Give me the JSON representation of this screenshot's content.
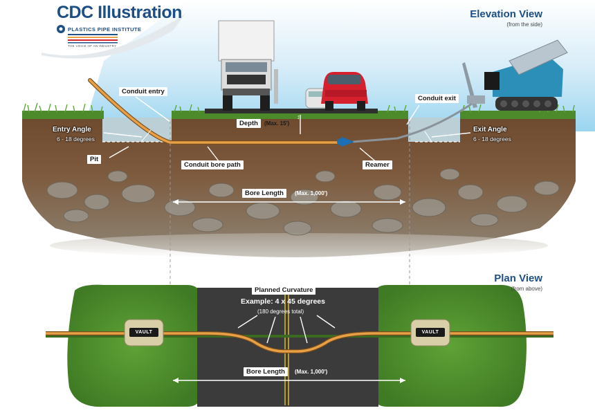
{
  "header": {
    "title": "CDC Illustration",
    "brand": "PLASTICS PIPE INSTITUTE",
    "tagline": "THE VOICE OF AN INDUSTRY"
  },
  "elevation_view": {
    "title": "Elevation View",
    "subtitle": "(from the side)",
    "labels": {
      "conduit_entry": "Conduit entry",
      "entry_angle": "Entry Angle",
      "entry_angle_range": "6 - 18 degrees",
      "pit": "Pit",
      "conduit_bore_path": "Conduit bore path",
      "depth": "Depth",
      "depth_max": "(Max. 15')",
      "reamer": "Reamer",
      "conduit_exit": "Conduit exit",
      "exit_angle": "Exit Angle",
      "exit_angle_range": "6 - 18 degrees",
      "bore_length": "Bore Length",
      "bore_length_max": "(Max. 1,000')"
    }
  },
  "plan_view": {
    "title": "Plan View",
    "subtitle": "(from above)",
    "labels": {
      "planned_curvature": "Planned Curvature",
      "example": "Example: 4 x 45 degrees",
      "example_total": "(180 degrees total)",
      "vault_left": "VAULT",
      "vault_right": "VAULT",
      "bore_length": "Bore Length",
      "bore_length_max": "(Max. 1,000')"
    }
  },
  "colors": {
    "brand_blue": "#1d4f86",
    "conduit_orange": "#e8a047",
    "soil_brown": "#7a5a3c",
    "grass_green": "#4d8a2c",
    "road_asphalt": "#3b3b3b"
  }
}
